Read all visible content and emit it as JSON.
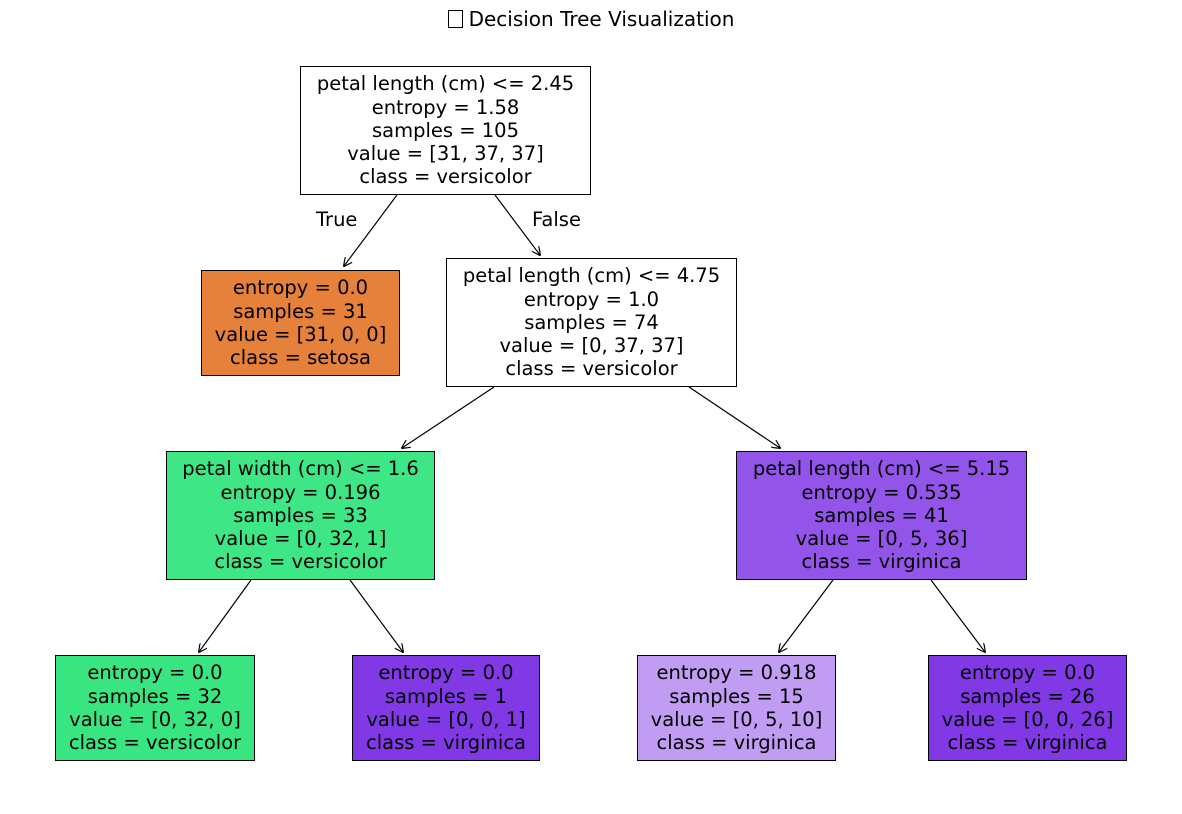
{
  "figure": {
    "title_icon": "square-glyph-icon",
    "title": "Decision Tree Visualization"
  },
  "edge_labels": {
    "true_label": "True",
    "false_label": "False"
  },
  "nodes": {
    "root": {
      "lines": [
        "petal length (cm) <= 2.45",
        "entropy = 1.58",
        "samples = 105",
        "value = [31, 37, 37]",
        "class = versicolor"
      ],
      "fill": "#ffffff"
    },
    "leaf_setosa": {
      "lines": [
        "entropy = 0.0",
        "samples = 31",
        "value = [31, 0, 0]",
        "class = setosa"
      ],
      "fill": "#e5813a"
    },
    "split_petal_length_475": {
      "lines": [
        "petal length (cm) <= 4.75",
        "entropy = 1.0",
        "samples = 74",
        "value = [0, 37, 37]",
        "class = versicolor"
      ],
      "fill": "#ffffff"
    },
    "split_petal_width_16": {
      "lines": [
        "petal width (cm) <= 1.6",
        "entropy = 0.196",
        "samples = 33",
        "value = [0, 32, 1]",
        "class = versicolor"
      ],
      "fill": "#3fe685"
    },
    "split_petal_length_515": {
      "lines": [
        "petal length (cm) <= 5.15",
        "entropy = 0.535",
        "samples = 41",
        "value = [0, 5, 36]",
        "class = virginica"
      ],
      "fill": "#9355e9"
    },
    "leaf_versicolor_32": {
      "lines": [
        "entropy = 0.0",
        "samples = 32",
        "value = [0, 32, 0]",
        "class = versicolor"
      ],
      "fill": "#39e581"
    },
    "leaf_virginica_1": {
      "lines": [
        "entropy = 0.0",
        "samples = 1",
        "value = [0, 0, 1]",
        "class = virginica"
      ],
      "fill": "#8139e5"
    },
    "leaf_virginica_15": {
      "lines": [
        "entropy = 0.918",
        "samples = 15",
        "value = [0, 5, 10]",
        "class = virginica"
      ],
      "fill": "#c09cf2"
    },
    "leaf_virginica_26": {
      "lines": [
        "entropy = 0.0",
        "samples = 26",
        "value = [0, 0, 26]",
        "class = virginica"
      ],
      "fill": "#8139e5"
    }
  }
}
